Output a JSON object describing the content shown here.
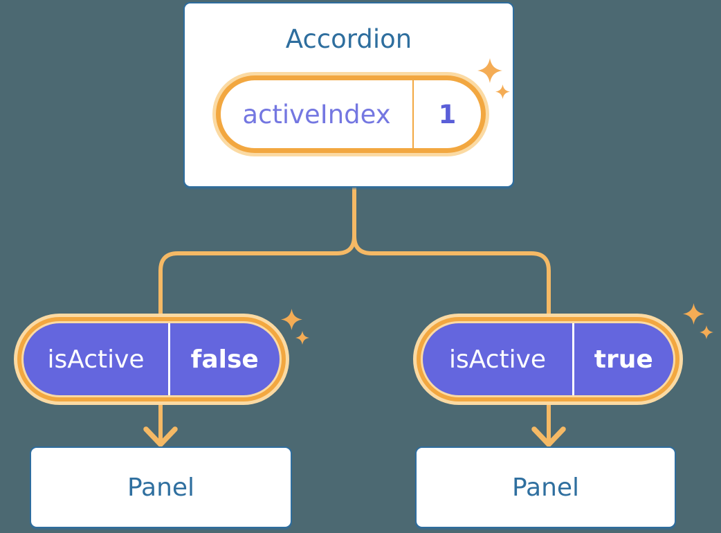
{
  "colors": {
    "background": "#4C6972",
    "card_border": "#2E6D9E",
    "heading_text": "#2E6E9E",
    "panel_text": "#2F6F9F",
    "orange_ring": "#F2A740",
    "orange_glow": "#FBDAA3",
    "connector_line": "#F5B965",
    "sparkle": "#F4AC55",
    "purple_fill": "#6466DE",
    "purple_name_text": "#7477E1",
    "purple_value_text": "#5A5FD8",
    "white": "#FFFFFF"
  },
  "accordion": {
    "title": "Accordion",
    "state_pill": {
      "name": "activeIndex",
      "value": "1"
    }
  },
  "branches": [
    {
      "prop_pill": {
        "name": "isActive",
        "value": "false"
      },
      "panel": {
        "title": "Panel"
      }
    },
    {
      "prop_pill": {
        "name": "isActive",
        "value": "true"
      },
      "panel": {
        "title": "Panel"
      }
    }
  ],
  "icons": {
    "sparkle": "four-point-star"
  }
}
